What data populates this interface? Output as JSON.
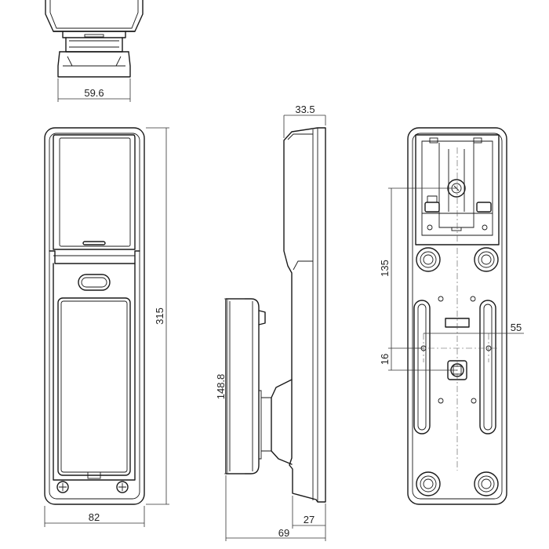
{
  "dimensions": {
    "top_width": "59.6",
    "front_width": "82",
    "height": "315",
    "side_depth_top": "33.5",
    "side_depth_total": "69",
    "side_depth_bottom": "27",
    "handle_height": "148.8",
    "rear_offset_135": "135",
    "rear_offset_16": "16",
    "rear_spacing_55": "55"
  }
}
